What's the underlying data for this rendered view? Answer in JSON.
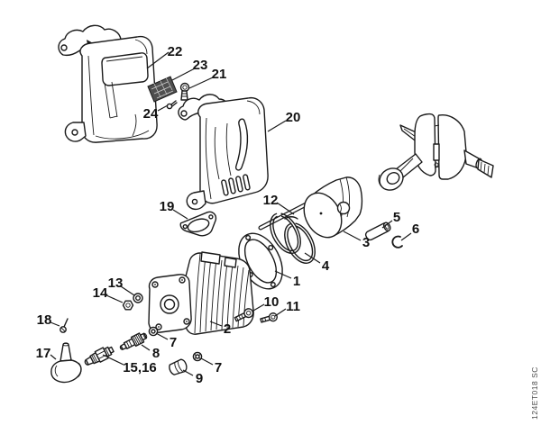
{
  "diagram_code": "124ET018 SC",
  "colors": {
    "line": "#1a1a1a",
    "background": "#ffffff",
    "screen_fill": "#4f4f4f"
  },
  "callouts": [
    {
      "text": "22"
    },
    {
      "text": "23"
    },
    {
      "text": "21"
    },
    {
      "text": "24"
    },
    {
      "text": "20"
    },
    {
      "text": "12"
    },
    {
      "text": "19"
    },
    {
      "text": "3"
    },
    {
      "text": "4"
    },
    {
      "text": "1"
    },
    {
      "text": "5"
    },
    {
      "text": "6"
    },
    {
      "text": "13"
    },
    {
      "text": "14"
    },
    {
      "text": "18"
    },
    {
      "text": "17"
    },
    {
      "text": "15,16"
    },
    {
      "text": "8"
    },
    {
      "text": "7"
    },
    {
      "text": "7"
    },
    {
      "text": "9"
    },
    {
      "text": "2"
    },
    {
      "text": "10"
    },
    {
      "text": "11"
    }
  ]
}
